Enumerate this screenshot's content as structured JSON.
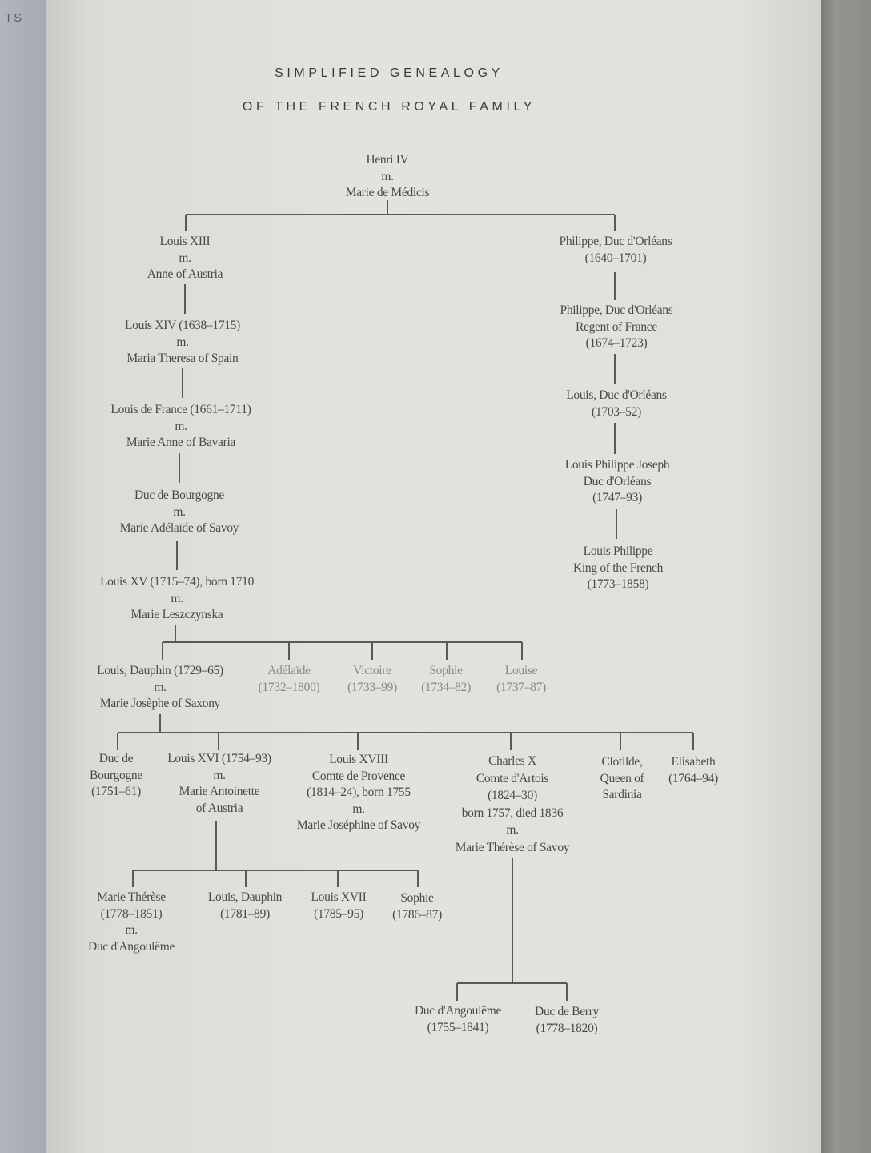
{
  "corner_text": "TS",
  "title": [
    "SIMPLIFIED GENEALOGY",
    "OF THE FRENCH ROYAL FAMILY"
  ],
  "nodes": [
    {
      "id": "henri4",
      "lines": [
        "Henri IV",
        "m.",
        "Marie de Médicis"
      ]
    },
    {
      "id": "louis13",
      "lines": [
        "Louis XIII",
        "m.",
        "Anne of Austria"
      ]
    },
    {
      "id": "philippe1",
      "lines": [
        "Philippe, Duc d'Orléans",
        "(1640–1701)"
      ]
    },
    {
      "id": "louis14",
      "lines": [
        "Louis XIV (1638–1715)",
        "m.",
        "Maria Theresa of Spain"
      ]
    },
    {
      "id": "philippe2",
      "lines": [
        "Philippe, Duc d'Orléans",
        "Regent of France",
        "(1674–1723)"
      ]
    },
    {
      "id": "louisdefrance",
      "lines": [
        "Louis de France (1661–1711)",
        "m.",
        "Marie Anne of Bavaria"
      ]
    },
    {
      "id": "louisorleans",
      "lines": [
        "Louis, Duc d'Orléans",
        "(1703–52)"
      ]
    },
    {
      "id": "ducbourgogne1",
      "lines": [
        "Duc de Bourgogne",
        "m.",
        "Marie Adélaïde of Savoy"
      ]
    },
    {
      "id": "lpj",
      "lines": [
        "Louis Philippe Joseph",
        "Duc d'Orléans",
        "(1747–93)"
      ]
    },
    {
      "id": "louis15",
      "lines": [
        "Louis XV (1715–74), born 1710",
        "m.",
        "Marie Leszczynska"
      ]
    },
    {
      "id": "louisphilippe",
      "lines": [
        "Louis Philippe",
        "King of the French",
        "(1773–1858)"
      ]
    },
    {
      "id": "dauphin1",
      "lines": [
        "Louis, Dauphin (1729–65)",
        "m.",
        "Marie Josèphe of Saxony"
      ]
    },
    {
      "id": "adelaide",
      "lines": [
        "Adélaïde",
        "(1732–1800)"
      ]
    },
    {
      "id": "victoire",
      "lines": [
        "Victoire",
        "(1733–99)"
      ]
    },
    {
      "id": "sophie1",
      "lines": [
        "Sophie",
        "(1734–82)"
      ]
    },
    {
      "id": "louise",
      "lines": [
        "Louise",
        "(1737–87)"
      ]
    },
    {
      "id": "ducbourgogne2",
      "lines": [
        "Duc de",
        "Bourgogne",
        "(1751–61)"
      ]
    },
    {
      "id": "louis16",
      "lines": [
        "Louis XVI (1754–93)",
        "m.",
        "Marie Antoinette",
        "of Austria"
      ]
    },
    {
      "id": "louis18",
      "lines": [
        "Louis XVIII",
        "Comte de Provence",
        "(1814–24), born 1755",
        "m.",
        "Marie Joséphine of Savoy"
      ]
    },
    {
      "id": "charles10",
      "lines": [
        "Charles X",
        "Comte d'Artois",
        "(1824–30)",
        "born 1757, died 1836",
        "m.",
        "Marie Thérèse of Savoy"
      ]
    },
    {
      "id": "clotilde",
      "lines": [
        "Clotilde,",
        "Queen of",
        "Sardinia"
      ]
    },
    {
      "id": "elisabeth",
      "lines": [
        "Elisabeth",
        "(1764–94)"
      ]
    },
    {
      "id": "marietherese",
      "lines": [
        "Marie Thérèse",
        "(1778–1851)",
        "m.",
        "Duc d'Angoulême"
      ]
    },
    {
      "id": "dauphin2",
      "lines": [
        "Louis, Dauphin",
        "(1781–89)"
      ]
    },
    {
      "id": "louis17",
      "lines": [
        "Louis XVII",
        "(1785–95)"
      ]
    },
    {
      "id": "sophie2",
      "lines": [
        "Sophie",
        "(1786–87)"
      ]
    },
    {
      "id": "angouleme",
      "lines": [
        "Duc d'Angoulême",
        "(1755–1841)"
      ]
    },
    {
      "id": "berry",
      "lines": [
        "Duc de Berry",
        "(1778–1820)"
      ]
    }
  ]
}
